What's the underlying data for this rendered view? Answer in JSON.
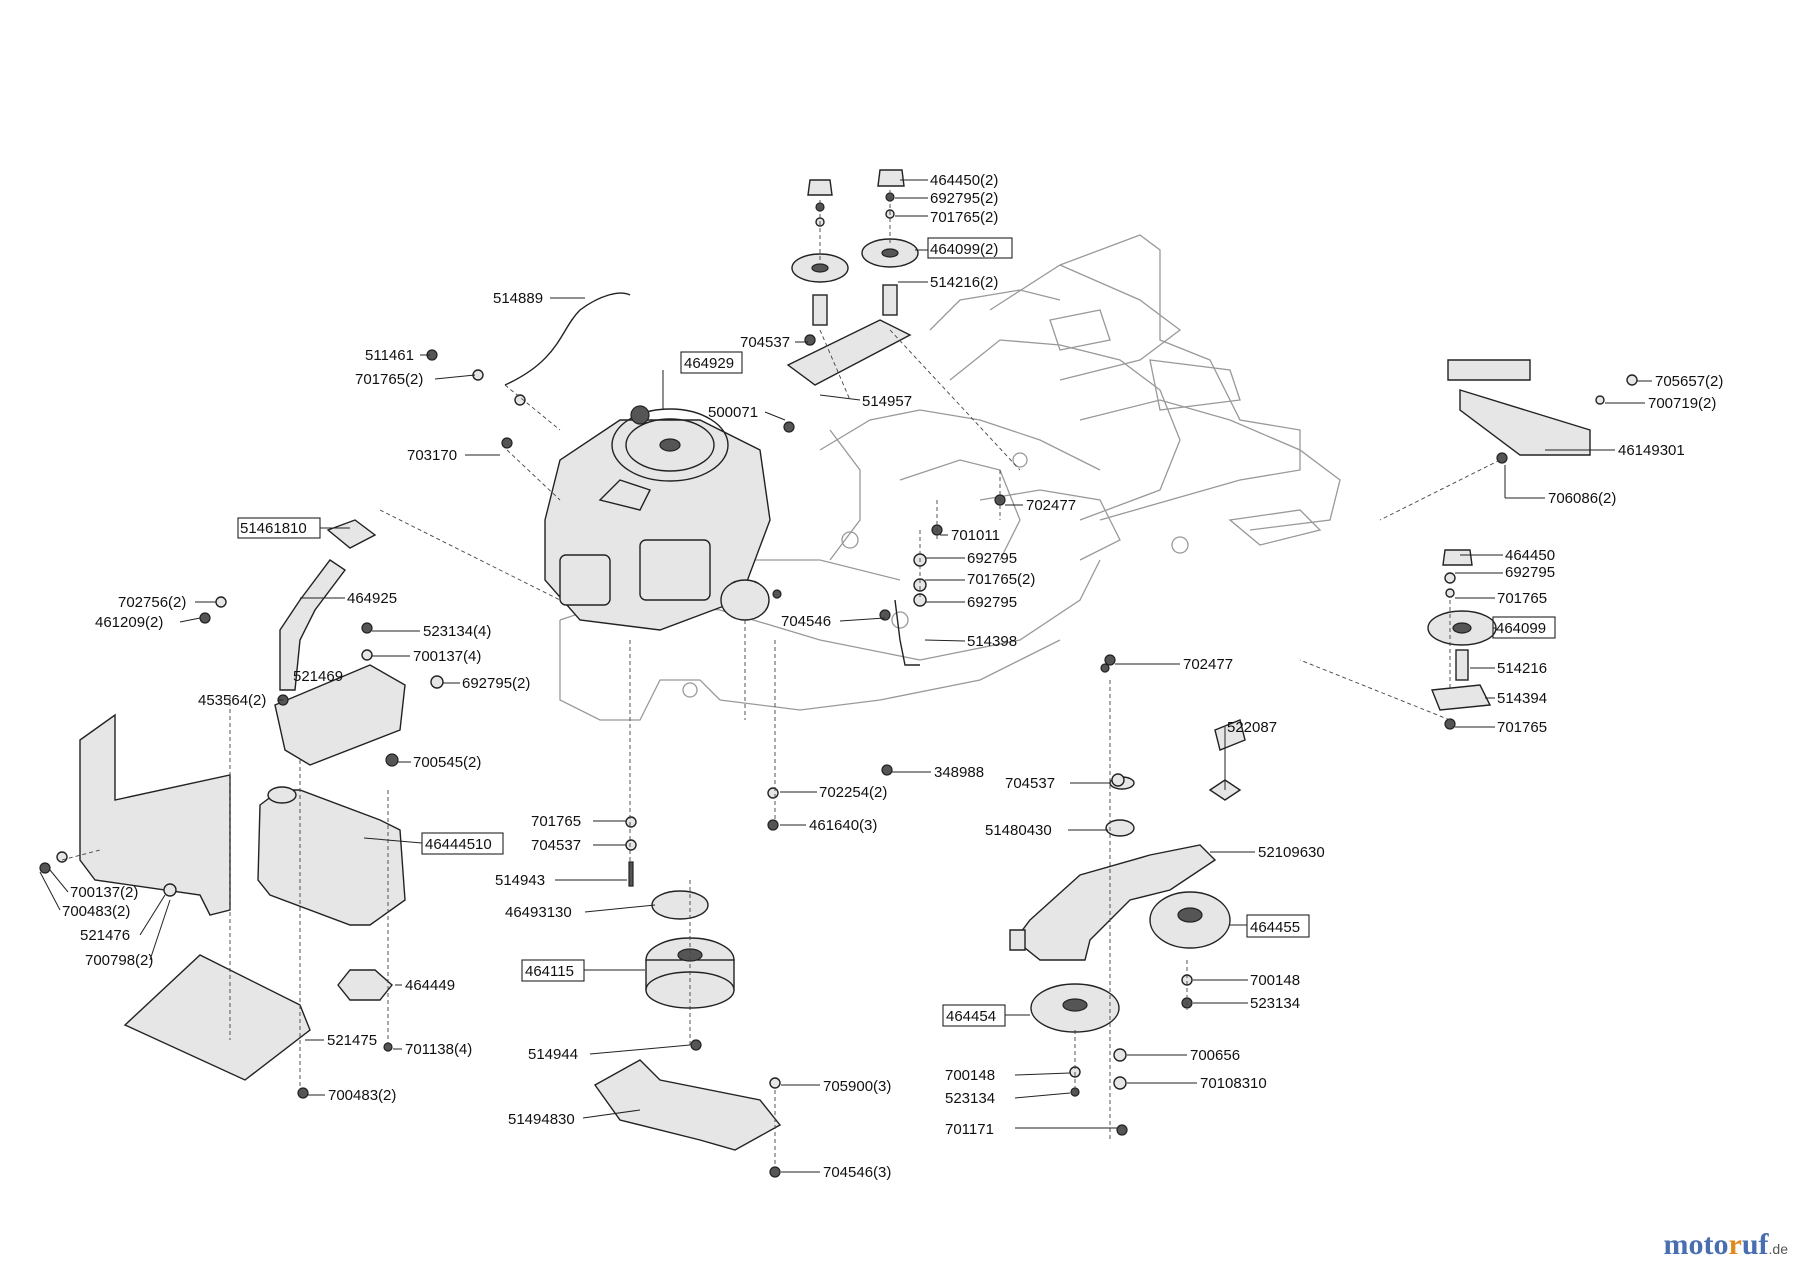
{
  "brand": {
    "name_a": "moto",
    "name_b": "r",
    "name_c": "uf",
    "tld": ".de"
  },
  "labels": [
    {
      "id": "l1",
      "text": "464450(2)",
      "boxed": false
    },
    {
      "id": "l2",
      "text": "692795(2)",
      "boxed": false
    },
    {
      "id": "l3",
      "text": "701765(2)",
      "boxed": false
    },
    {
      "id": "l4",
      "text": "464099(2)",
      "boxed": true
    },
    {
      "id": "l5",
      "text": "514216(2)",
      "boxed": false
    },
    {
      "id": "l6",
      "text": "514889",
      "boxed": false
    },
    {
      "id": "l7",
      "text": "511461",
      "boxed": false
    },
    {
      "id": "l8",
      "text": "701765(2)",
      "boxed": false
    },
    {
      "id": "l9",
      "text": "464929",
      "boxed": true
    },
    {
      "id": "l10",
      "text": "704537",
      "boxed": false
    },
    {
      "id": "l11",
      "text": "514957",
      "boxed": false
    },
    {
      "id": "l12",
      "text": "500071",
      "boxed": false
    },
    {
      "id": "l13",
      "text": "703170",
      "boxed": false
    },
    {
      "id": "l14",
      "text": "705657(2)",
      "boxed": false
    },
    {
      "id": "l15",
      "text": "700719(2)",
      "boxed": false
    },
    {
      "id": "l16",
      "text": "46149301",
      "boxed": false
    },
    {
      "id": "l17",
      "text": "706086(2)",
      "boxed": false
    },
    {
      "id": "l18",
      "text": "702477",
      "boxed": false
    },
    {
      "id": "l19",
      "text": "51461810",
      "boxed": true
    },
    {
      "id": "l20",
      "text": "701011",
      "boxed": false
    },
    {
      "id": "l21",
      "text": "692795",
      "boxed": false
    },
    {
      "id": "l22",
      "text": "701765(2)",
      "boxed": false
    },
    {
      "id": "l23",
      "text": "692795",
      "boxed": false
    },
    {
      "id": "l24",
      "text": "464450",
      "boxed": false
    },
    {
      "id": "l25",
      "text": "692795",
      "boxed": false
    },
    {
      "id": "l26",
      "text": "701765",
      "boxed": false
    },
    {
      "id": "l27",
      "text": "464099",
      "boxed": true
    },
    {
      "id": "l28",
      "text": "702756(2)",
      "boxed": false
    },
    {
      "id": "l29",
      "text": "461209(2)",
      "boxed": false
    },
    {
      "id": "l30",
      "text": "464925",
      "boxed": false
    },
    {
      "id": "l31",
      "text": "523134(4)",
      "boxed": false
    },
    {
      "id": "l32",
      "text": "700137(4)",
      "boxed": false
    },
    {
      "id": "l33",
      "text": "704546",
      "boxed": false
    },
    {
      "id": "l34",
      "text": "514398",
      "boxed": false
    },
    {
      "id": "l35",
      "text": "521469",
      "boxed": false
    },
    {
      "id": "l36",
      "text": "692795(2)",
      "boxed": false
    },
    {
      "id": "l37",
      "text": "453564(2)",
      "boxed": false
    },
    {
      "id": "l38",
      "text": "702477",
      "boxed": false
    },
    {
      "id": "l39",
      "text": "514216",
      "boxed": false
    },
    {
      "id": "l40",
      "text": "514394",
      "boxed": false
    },
    {
      "id": "l41",
      "text": "701765",
      "boxed": false
    },
    {
      "id": "l42",
      "text": "700545(2)",
      "boxed": false
    },
    {
      "id": "l43",
      "text": "522087",
      "boxed": false
    },
    {
      "id": "l44",
      "text": "348988",
      "boxed": false
    },
    {
      "id": "l45",
      "text": "704537",
      "boxed": false
    },
    {
      "id": "l46",
      "text": "702254(2)",
      "boxed": false
    },
    {
      "id": "l47",
      "text": "701765",
      "boxed": false
    },
    {
      "id": "l48",
      "text": "461640(3)",
      "boxed": false
    },
    {
      "id": "l49",
      "text": "51480430",
      "boxed": false
    },
    {
      "id": "l50",
      "text": "46444510",
      "boxed": true
    },
    {
      "id": "l51",
      "text": "704537",
      "boxed": false
    },
    {
      "id": "l52",
      "text": "52109630",
      "boxed": false
    },
    {
      "id": "l53",
      "text": "514943",
      "boxed": false
    },
    {
      "id": "l54",
      "text": "700137(2)",
      "boxed": false
    },
    {
      "id": "l55",
      "text": "700483(2)",
      "boxed": false
    },
    {
      "id": "l56",
      "text": "46493130",
      "boxed": false
    },
    {
      "id": "l57",
      "text": "521476",
      "boxed": false
    },
    {
      "id": "l58",
      "text": "464455",
      "boxed": true
    },
    {
      "id": "l59",
      "text": "700798(2)",
      "boxed": false
    },
    {
      "id": "l60",
      "text": "464115",
      "boxed": true
    },
    {
      "id": "l61",
      "text": "700148",
      "boxed": false
    },
    {
      "id": "l62",
      "text": "464449",
      "boxed": false
    },
    {
      "id": "l63",
      "text": "523134",
      "boxed": false
    },
    {
      "id": "l64",
      "text": "464454",
      "boxed": true
    },
    {
      "id": "l65",
      "text": "521475",
      "boxed": false
    },
    {
      "id": "l66",
      "text": "701138(4)",
      "boxed": false
    },
    {
      "id": "l67",
      "text": "514944",
      "boxed": false
    },
    {
      "id": "l68",
      "text": "700656",
      "boxed": false
    },
    {
      "id": "l69",
      "text": "700148",
      "boxed": false
    },
    {
      "id": "l70",
      "text": "70108310",
      "boxed": false
    },
    {
      "id": "l71",
      "text": "705900(3)",
      "boxed": false
    },
    {
      "id": "l72",
      "text": "523134",
      "boxed": false
    },
    {
      "id": "l73",
      "text": "700483(2)",
      "boxed": false
    },
    {
      "id": "l74",
      "text": "51494830",
      "boxed": false
    },
    {
      "id": "l75",
      "text": "701171",
      "boxed": false
    },
    {
      "id": "l76",
      "text": "704546(3)",
      "boxed": false
    }
  ]
}
